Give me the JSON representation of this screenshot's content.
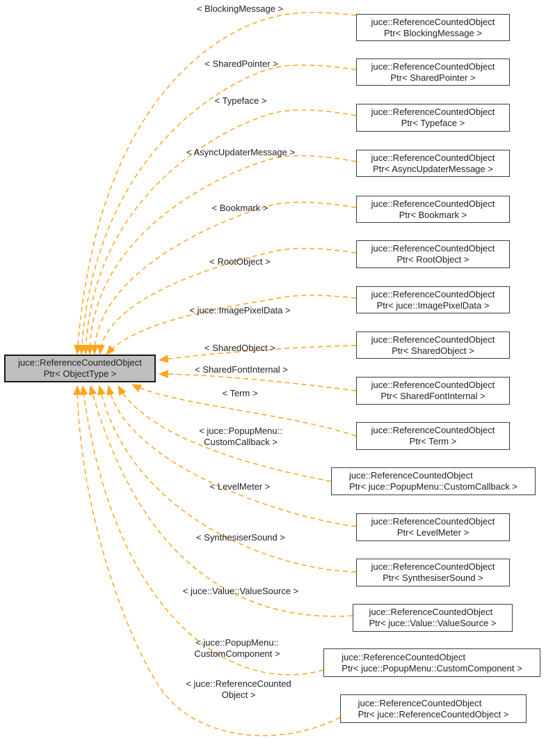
{
  "colors": {
    "edge": "#ffa41e",
    "node_fill": "#ffffff",
    "base_node_fill": "#bfbfbf",
    "border": "#3c3c3c",
    "text": "#1f1f1f"
  },
  "base_node": {
    "line1": "juce::ReferenceCountedObject",
    "line2": "Ptr< ObjectType >"
  },
  "instances": [
    {
      "edge_label": [
        "< BlockingMessage >"
      ],
      "line1": "juce::ReferenceCountedObject",
      "line2": "Ptr< BlockingMessage >"
    },
    {
      "edge_label": [
        "< SharedPointer >"
      ],
      "line1": "juce::ReferenceCountedObject",
      "line2": "Ptr< SharedPointer >"
    },
    {
      "edge_label": [
        "< Typeface >"
      ],
      "line1": "juce::ReferenceCountedObject",
      "line2": "Ptr< Typeface >"
    },
    {
      "edge_label": [
        "< AsyncUpdaterMessage >"
      ],
      "line1": "juce::ReferenceCountedObject",
      "line2": "Ptr< AsyncUpdaterMessage >"
    },
    {
      "edge_label": [
        "< Bookmark >"
      ],
      "line1": "juce::ReferenceCountedObject",
      "line2": "Ptr< Bookmark >"
    },
    {
      "edge_label": [
        "< RootObject >"
      ],
      "line1": "juce::ReferenceCountedObject",
      "line2": "Ptr< RootObject >"
    },
    {
      "edge_label": [
        "< juce::ImagePixelData >"
      ],
      "line1": "juce::ReferenceCountedObject",
      "line2": "Ptr< juce::ImagePixelData >"
    },
    {
      "edge_label": [
        "< SharedObject >"
      ],
      "line1": "juce::ReferenceCountedObject",
      "line2": "Ptr< SharedObject >"
    },
    {
      "edge_label": [
        "< SharedFontInternal >"
      ],
      "line1": "juce::ReferenceCountedObject",
      "line2": "Ptr< SharedFontInternal >"
    },
    {
      "edge_label": [
        "< Term >"
      ],
      "line1": "juce::ReferenceCountedObject",
      "line2": "Ptr< Term >"
    },
    {
      "edge_label": [
        "< juce::PopupMenu::",
        "CustomCallback >"
      ],
      "line1": "juce::ReferenceCountedObject",
      "line2": "Ptr< juce::PopupMenu::CustomCallback >"
    },
    {
      "edge_label": [
        "< LevelMeter >"
      ],
      "line1": "juce::ReferenceCountedObject",
      "line2": "Ptr< LevelMeter >"
    },
    {
      "edge_label": [
        "< SynthesiserSound >"
      ],
      "line1": "juce::ReferenceCountedObject",
      "line2": "Ptr< SynthesiserSound >"
    },
    {
      "edge_label": [
        "< juce::Value::ValueSource >"
      ],
      "line1": "juce::ReferenceCountedObject",
      "line2": "Ptr< juce::Value::ValueSource >"
    },
    {
      "edge_label": [
        "< juce::PopupMenu::",
        "CustomComponent >"
      ],
      "line1": "juce::ReferenceCountedObject",
      "line2": "Ptr< juce::PopupMenu::CustomComponent >"
    },
    {
      "edge_label": [
        "< juce::ReferenceCounted",
        "Object >"
      ],
      "line1": "juce::ReferenceCountedObject",
      "line2": "Ptr< juce::ReferenceCountedObject >"
    }
  ]
}
